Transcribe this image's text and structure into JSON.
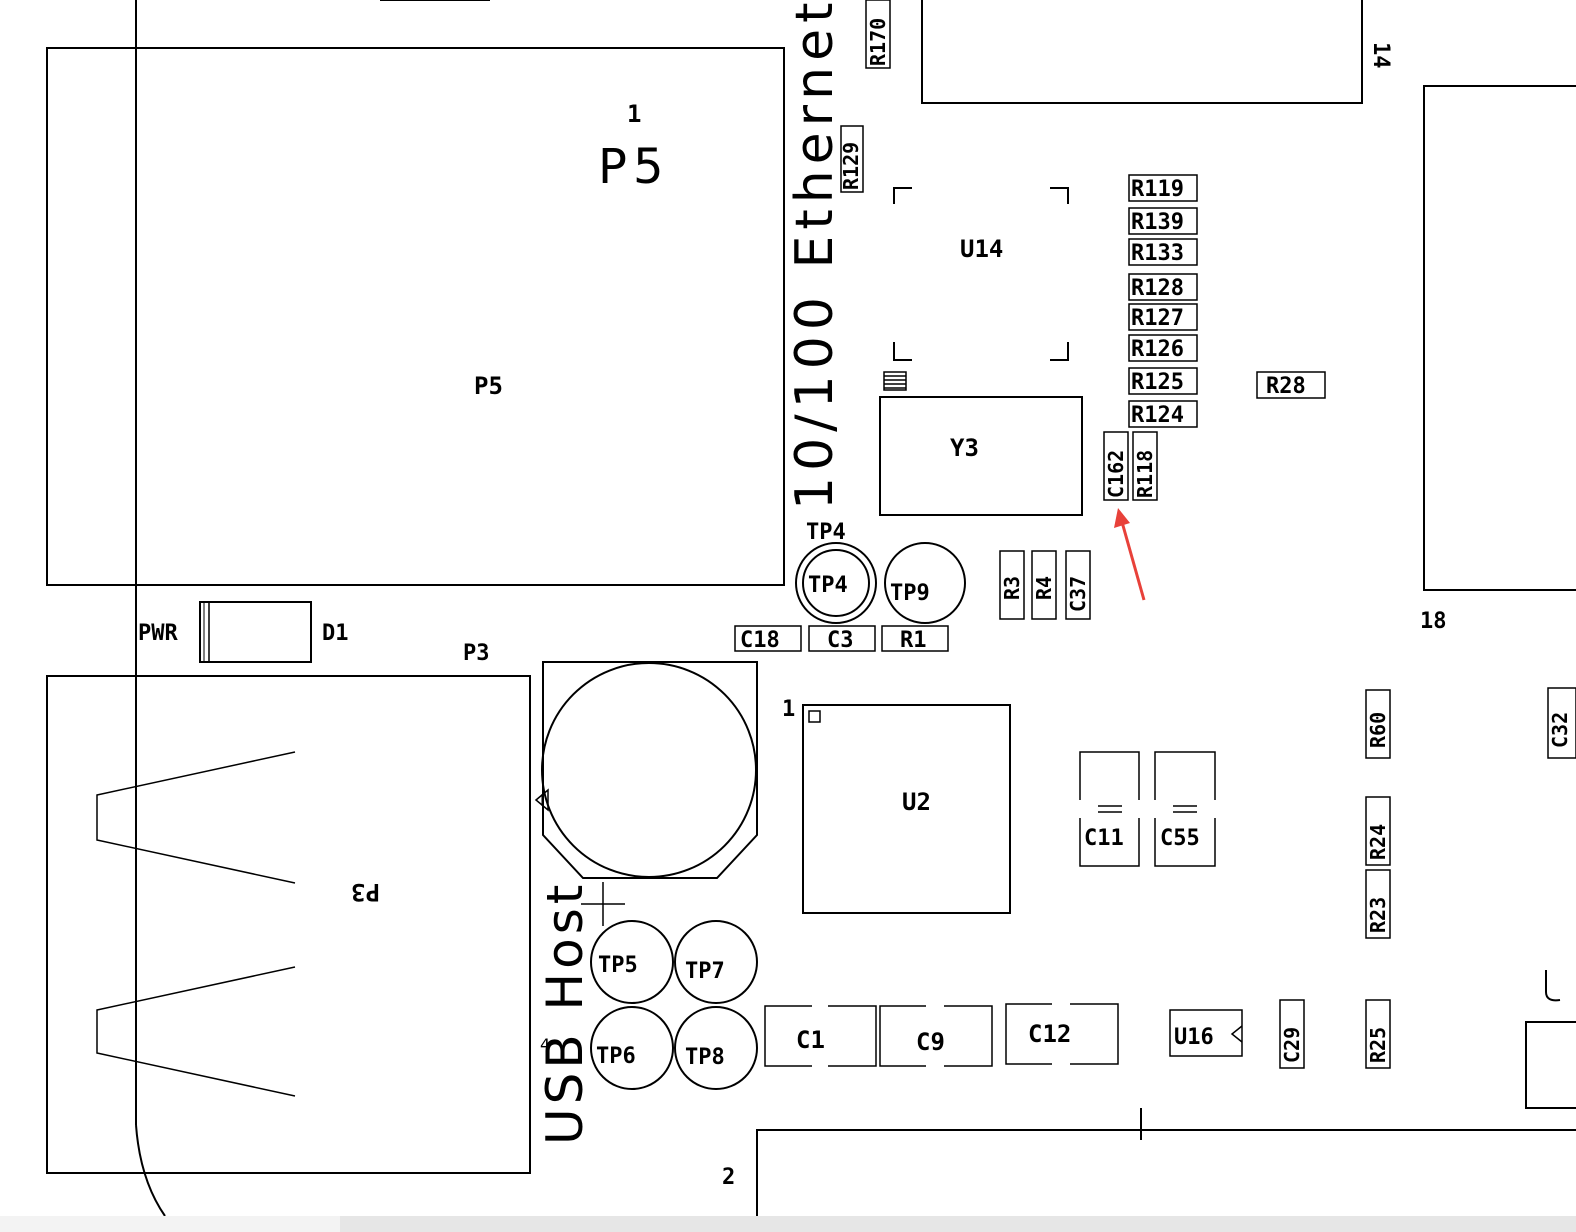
{
  "labels": {
    "r170": "R170",
    "num14": "14",
    "p5_pin1": "1",
    "p5_title": "P5",
    "p5_name": "P5",
    "r129": "R129",
    "ethernet": "10/100 Ethernet",
    "u14": "U14",
    "r119": "R119",
    "r139": "R139",
    "r133": "R133",
    "r128": "R128",
    "r127": "R127",
    "r126": "R126",
    "r125": "R125",
    "r124": "R124",
    "r28": "R28",
    "y3": "Y3",
    "c162": "C162",
    "r118": "R118",
    "tp4_label": "TP4",
    "tp4": "TP4",
    "tp9": "TP9",
    "r3": "R3",
    "r4": "R4",
    "c37": "C37",
    "num18": "18",
    "pwr": "PWR",
    "d1": "D1",
    "c18": "C18",
    "c3": "C3",
    "r1": "R1",
    "p3_title": "P3",
    "p3_name": "P3",
    "u2_pin1": "1",
    "u2": "U2",
    "c11": "C11",
    "c55": "C55",
    "r60": "R60",
    "c32": "C32",
    "r24": "R24",
    "r23": "R23",
    "usb_host": "USB Host",
    "tp5": "TP5",
    "tp7": "TP7",
    "tp6": "TP6",
    "tp8": "TP8",
    "c1": "C1",
    "c9": "C9",
    "c12": "C12",
    "u16": "U16",
    "c29": "C29",
    "r25": "R25",
    "num2": "2"
  },
  "colors": {
    "ink": "#000000",
    "annotation_arrow": "#e8413a",
    "background": "#ffffff"
  }
}
